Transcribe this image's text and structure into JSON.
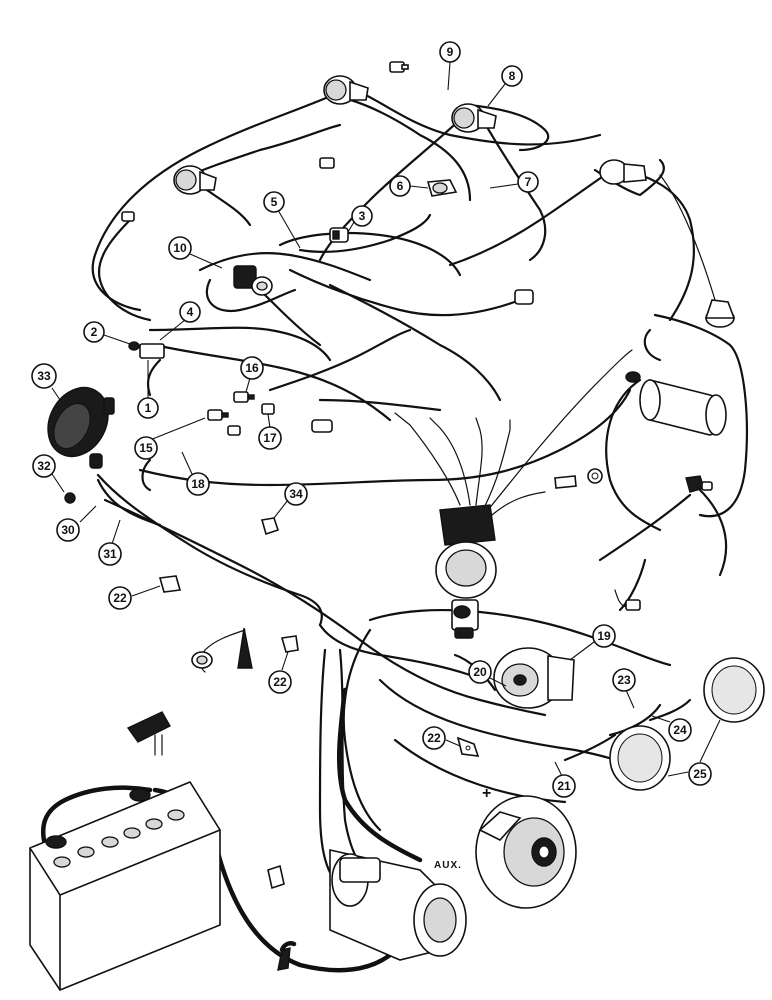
{
  "callouts": [
    {
      "id": "1",
      "label": "1"
    },
    {
      "id": "2",
      "label": "2"
    },
    {
      "id": "3",
      "label": "3"
    },
    {
      "id": "4",
      "label": "4"
    },
    {
      "id": "5",
      "label": "5"
    },
    {
      "id": "6",
      "label": "6"
    },
    {
      "id": "7",
      "label": "7"
    },
    {
      "id": "8",
      "label": "8"
    },
    {
      "id": "9",
      "label": "9"
    },
    {
      "id": "10",
      "label": "10"
    },
    {
      "id": "15",
      "label": "15"
    },
    {
      "id": "16",
      "label": "16"
    },
    {
      "id": "17",
      "label": "17"
    },
    {
      "id": "18",
      "label": "18"
    },
    {
      "id": "19",
      "label": "19"
    },
    {
      "id": "20",
      "label": "20"
    },
    {
      "id": "21",
      "label": "21"
    },
    {
      "id": "22a",
      "label": "22"
    },
    {
      "id": "22b",
      "label": "22"
    },
    {
      "id": "22c",
      "label": "22"
    },
    {
      "id": "23",
      "label": "23"
    },
    {
      "id": "24",
      "label": "24"
    },
    {
      "id": "25",
      "label": "25"
    },
    {
      "id": "30",
      "label": "30"
    },
    {
      "id": "31",
      "label": "31"
    },
    {
      "id": "32",
      "label": "32"
    },
    {
      "id": "33",
      "label": "33"
    },
    {
      "id": "34",
      "label": "34"
    }
  ],
  "labels": {
    "aux": "AUX.",
    "plus": "+"
  }
}
